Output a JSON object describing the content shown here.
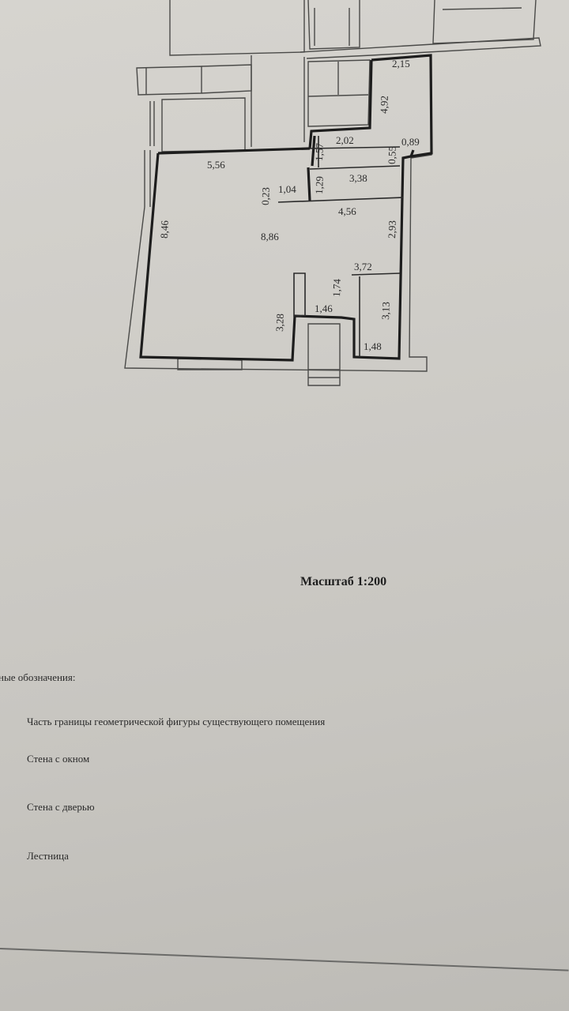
{
  "plan": {
    "dimensions": {
      "d_5_56": "5,56",
      "d_8_46": "8,46",
      "d_8_86": "8,86",
      "d_0_23": "0,23",
      "d_1_04": "1,04",
      "d_1_29": "1,29",
      "d_3_38": "3,38",
      "d_1_57": "1,57",
      "d_2_02": "2,02",
      "d_0_55": "0,55",
      "d_0_89": "0,89",
      "d_4_92": "4,92",
      "d_2_15": "2,15",
      "d_4_56": "4,56",
      "d_2_93": "2,93",
      "d_3_72": "3,72",
      "d_1_74": "1,74",
      "d_1_46": "1,46",
      "d_3_28": "3,28",
      "d_3_13": "3,13",
      "d_1_48": "1,48"
    }
  },
  "scale_label": "Масштаб 1:200",
  "legend": {
    "title": "ные обозначения:",
    "items": [
      "Часть границы геометрической фигуры существующего помещения",
      "Стена с окном",
      "Стена с дверью",
      "Лестница"
    ]
  }
}
